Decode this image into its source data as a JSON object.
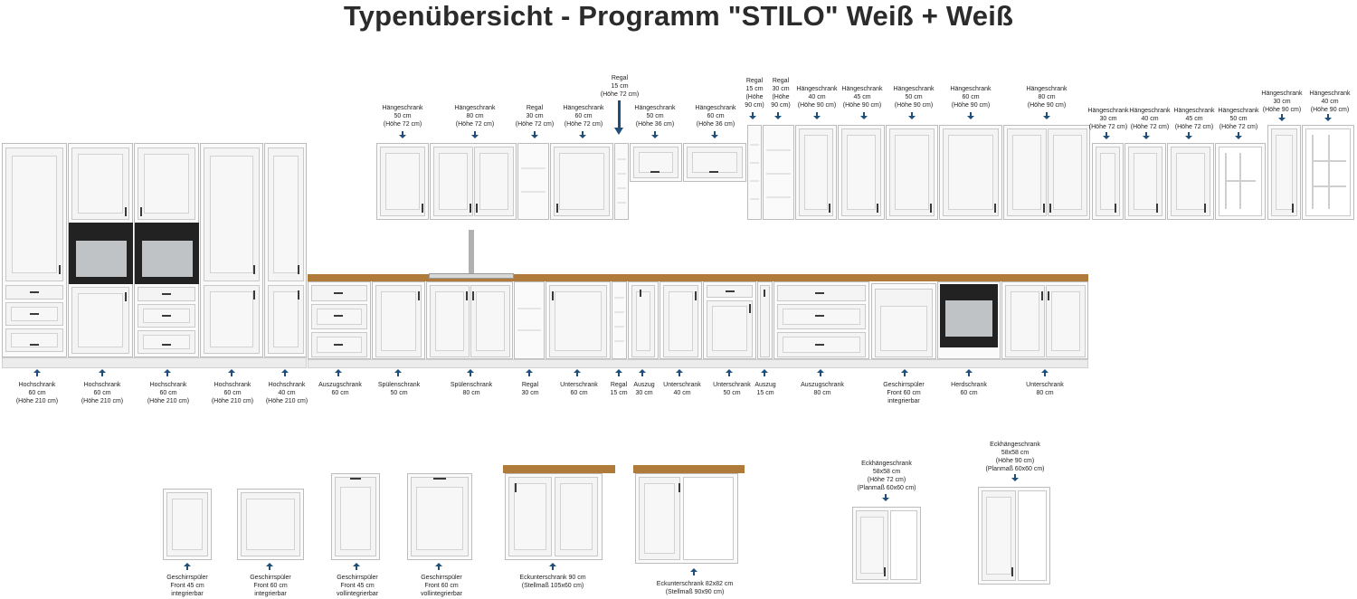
{
  "title": "Typenübersicht - Programm \"STILO\" Weiß + Weiß",
  "colors": {
    "cabinet": "#fafafa",
    "worktop": "#b07a3a",
    "arrow": "#1f4e79",
    "text": "#222222"
  },
  "top_labels": {
    "h50": "Hängeschrank\n50 cm\n(Höhe 72 cm)",
    "h80": "Hängeschrank\n80 cm\n(Höhe 72 cm)",
    "regal30": "Regal\n30 cm\n(Höhe 72 cm)",
    "h60": "Hängeschrank\n60 cm\n(Höhe 72 cm)",
    "regal15": "Regal\n15 cm\n(Höhe 72 cm)",
    "h50s": "Hängeschrank\n50 cm\n(Höhe 36 cm)",
    "h60s": "Hängeschrank\n60 cm\n(Höhe 36 cm)",
    "regal15h90": "Regal\n15 cm\n(Höhe\n90 cm)",
    "regal30h90": "Regal\n30 cm\n(Höhe\n90 cm)",
    "h40h90": "Hängeschrank\n40 cm\n(Höhe 90 cm)",
    "h45h90": "Hängeschrank\n45 cm\n(Höhe 90 cm)",
    "h50h90": "Hängeschrank\n50 cm\n(Höhe 90 cm)",
    "h60h90": "Hängeschrank\n60 cm\n(Höhe 90 cm)",
    "h80h90": "Hängeschrank\n80 cm\n(Höhe 90 cm)",
    "h30h72": "Hängeschrank\n30 cm\n(Höhe 72 cm)",
    "h40h72": "Hängeschrank\n40 cm\n(Höhe 72 cm)",
    "h45h72": "Hängeschrank\n45 cm\n(Höhe 72 cm)",
    "h50h72": "Hängeschrank\n50 cm\n(Höhe 72 cm)",
    "h30h90": "Hängeschrank\n30 cm\n(Höhe 90 cm)",
    "h40h90b": "Hängeschrank\n40 cm\n(Höhe 90 cm)"
  },
  "bottom_labels": {
    "hoch1": "Hochschrank\n60 cm\n(Höhe 210 cm)",
    "hoch2": "Hochschrank\n60 cm\n(Höhe 210 cm)",
    "hoch3": "Hochschrank\n60 cm\n(Höhe 210 cm)",
    "hoch4": "Hochschrank\n60 cm\n(Höhe 210 cm)",
    "hoch40": "Hochschrank\n40 cm\n(Höhe 210 cm)",
    "auszug60": "Auszugschrank\n60 cm",
    "spuelen50": "Spülenschrank\n50 cm",
    "spuelen80": "Spülenschrank\n80 cm",
    "regal30u": "Regal\n30 cm",
    "unter60": "Unterschrank\n60 cm",
    "regal15u": "Regal\n15 cm",
    "auszug30": "Auszug\n30 cm",
    "unter40": "Unterschrank\n40 cm",
    "unter50": "Unterschrank\n50 cm",
    "auszug15": "Auszug\n15 cm",
    "auszug80": "Auszugschrank\n80 cm",
    "geschirr60int": "Geschirrspüler\nFront 60 cm\nintegrierbar",
    "herd60": "Herdschrank\n60 cm",
    "unter80": "Unterschrank\n80 cm"
  },
  "extra_labels": {
    "gs45": "Geschirrspüler\nFront 45 cm\nintegrierbar",
    "gs60": "Geschirrspüler\nFront 60 cm\nintegrierbar",
    "gs45v": "Geschirrspüler\nFront 45 cm\nvollintegrierbar",
    "gs60v": "Geschirrspüler\nFront 60 cm\nvollintegrierbar",
    "eck90": "Eckunterschrank 90 cm\n(Stellmaß 105x60 cm)",
    "eck82": "Eckunterschrank 82x82 cm\n(Stellmaß 90x90 cm)",
    "eckh72": "Eckhängeschrank\n58x58 cm\n(Höhe 72 cm)\n(Planmaß 60x60 cm)",
    "eckh90": "Eckhängeschrank\n58x58 cm\n(Höhe 90 cm)\n(Planmaß 60x60 cm)"
  }
}
